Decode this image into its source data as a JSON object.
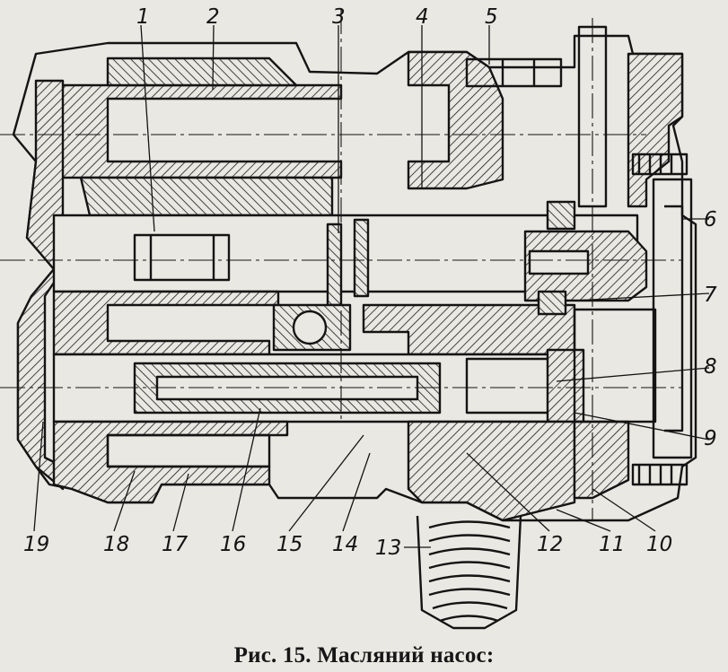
{
  "figure": {
    "caption": "Рис. 15. Масляний насос:",
    "callouts": [
      "1",
      "2",
      "3",
      "4",
      "5",
      "6",
      "7",
      "8",
      "9",
      "10",
      "11",
      "12",
      "13",
      "14",
      "15",
      "16",
      "17",
      "18",
      "19"
    ]
  },
  "colors": {
    "paper": "#e9e8e2",
    "ink": "#141414"
  }
}
